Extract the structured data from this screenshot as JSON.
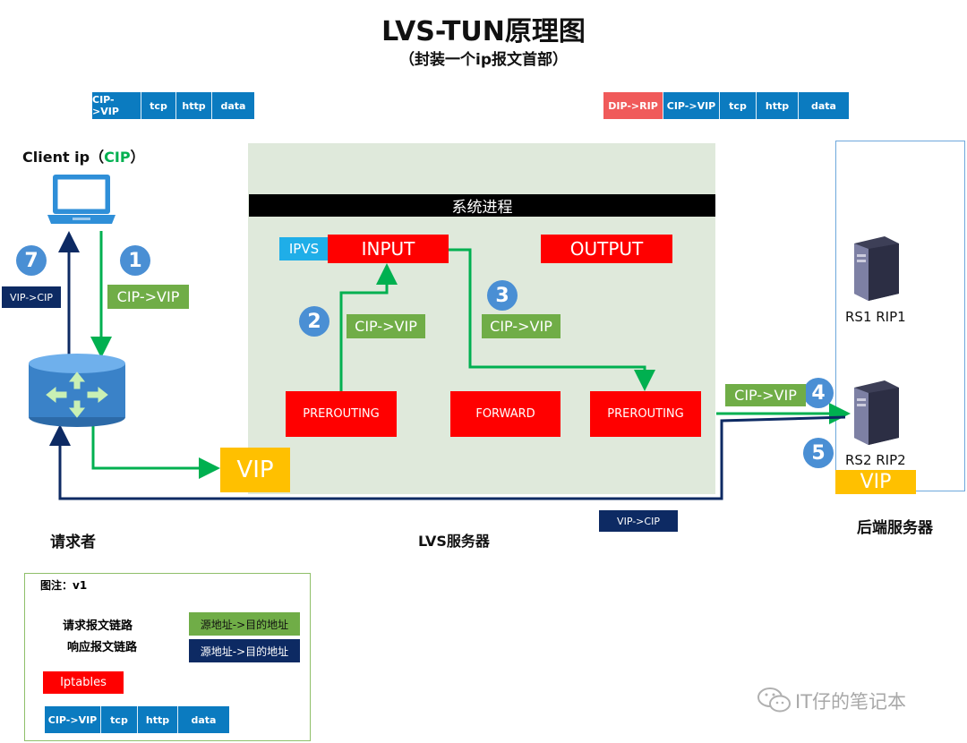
{
  "title": "LVS-TUN原理图",
  "subtitle": "（封装一个ip报文首部）",
  "client": {
    "label_prefix": "Client ip（",
    "label_cip": "CIP",
    "label_suffix": "）"
  },
  "packet_top_left": [
    "CIP->VIP",
    "tcp",
    "http",
    "data"
  ],
  "packet_top_right": {
    "outer_header": "DIP->RIP",
    "fields": [
      "CIP->VIP",
      "tcp",
      "http",
      "data"
    ]
  },
  "system_process": "系统进程",
  "ipvs": "IPVS",
  "chains": {
    "input": "INPUT",
    "output": "OUTPUT",
    "prerouting_left": "PREROUTING",
    "forward": "FORWARD",
    "prerouting_right": "PREROUTING"
  },
  "steps": [
    "1",
    "2",
    "3",
    "4",
    "5",
    "7"
  ],
  "step_labels": {
    "s1": "CIP->VIP",
    "s2": "CIP->VIP",
    "s3": "CIP->VIP",
    "s4": "CIP->VIP",
    "s7": "VIP->CIP",
    "response_bottom": "VIP->CIP"
  },
  "vip_router": "VIP",
  "vip_backend": "VIP",
  "servers": {
    "rs1": "RS1 RIP1",
    "rs2": "RS2 RIP2"
  },
  "captions": {
    "requester": "请求者",
    "lvs": "LVS服务器",
    "backend": "后端服务器"
  },
  "legend": {
    "title": "图注：v1",
    "request_link": "请求报文链路",
    "request_addr": "源地址->目的地址",
    "response_link": "响应报文链路",
    "response_addr": "源地址->目的地址",
    "iptables": "Iptables",
    "packet": [
      "CIP->VIP",
      "tcp",
      "http",
      "data"
    ]
  },
  "watermark": "IT仔的笔记本",
  "colors": {
    "green": "#00b050",
    "navy": "#0d2a63",
    "red": "#ff0000",
    "blue": "#0b7bc0",
    "yellow": "#ffc000",
    "panel": "#dfe9db"
  },
  "icons": [
    "laptop-icon",
    "router-icon",
    "server-icon",
    "wechat-icon"
  ]
}
